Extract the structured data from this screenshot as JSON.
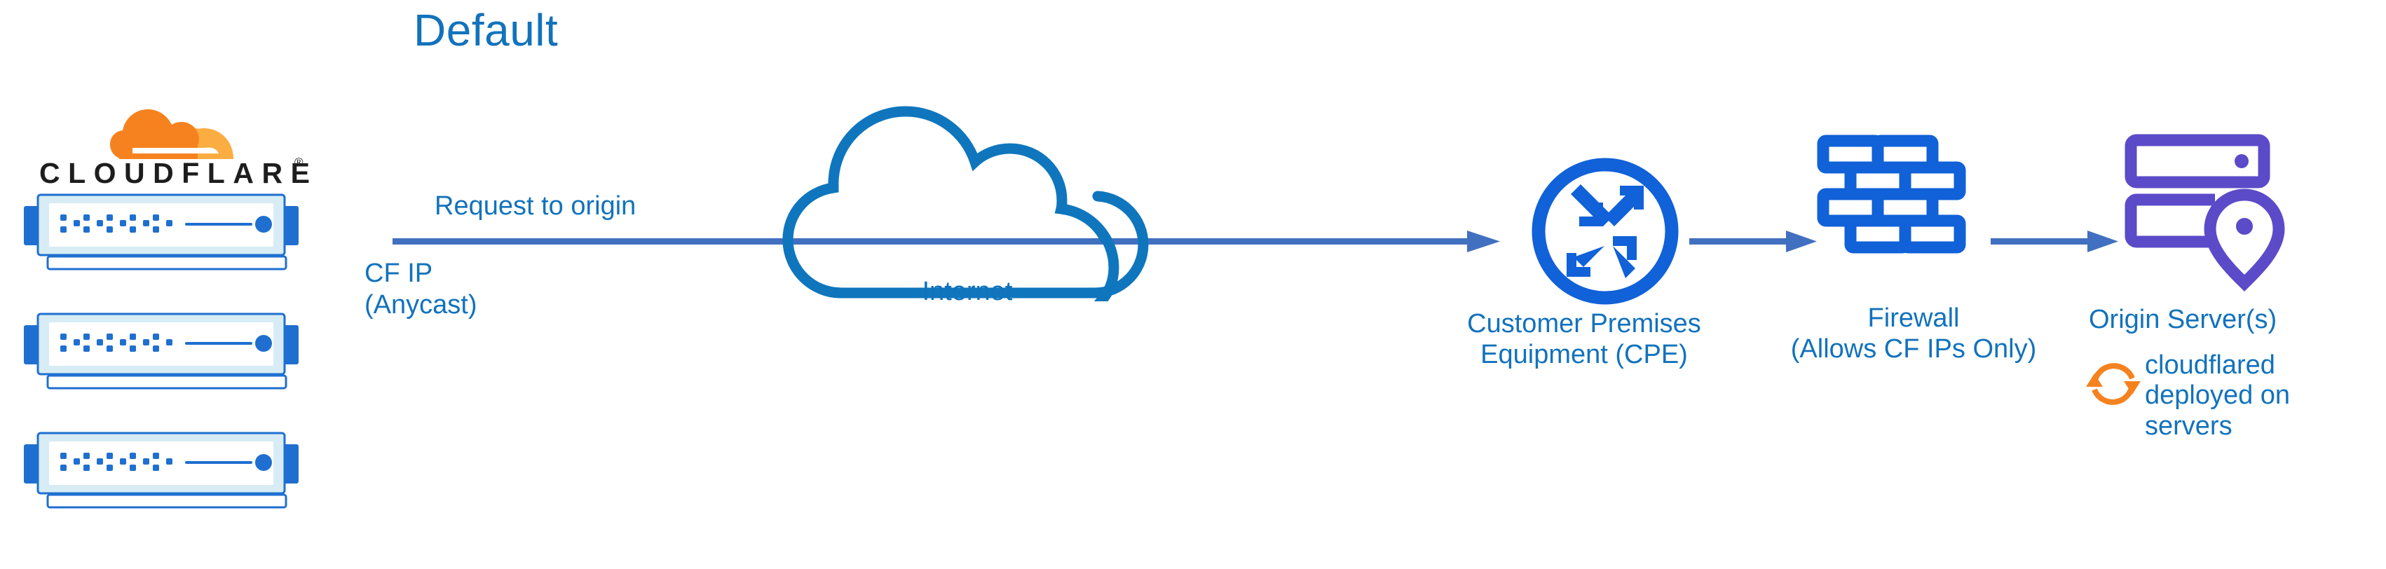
{
  "title": "Default",
  "colors": {
    "title_blue": "#1272BC",
    "text_blue": "#1272BC",
    "icon_blue": "#1161D8",
    "connector_blue": "#4270C0",
    "origin_purple": "#5B4BC8",
    "cloudflare_orange": "#F6821F",
    "cloudflare_orange_light": "#FBAD41",
    "appliance_body": "#D7ECF5",
    "appliance_border": "#1F6FD0",
    "wordmark_black": "#1d1d1d"
  },
  "brand": {
    "wordmark": "CLOUDFLARE",
    "registered_mark": "®",
    "logo_icon": "cloudflare-cloud-logo"
  },
  "edge_nodes": {
    "count": 3,
    "icon": "server-appliance-icon"
  },
  "flow": {
    "request_label": "Request to origin",
    "source_label_line1": "CF IP",
    "source_label_line2": "(Anycast)"
  },
  "internet": {
    "label": "Internet",
    "icon": "cloud-outline-icon"
  },
  "nodes": [
    {
      "id": "cpe",
      "icon": "router-four-arrows-icon",
      "caption_line1": "Customer Premises",
      "caption_line2": "Equipment (CPE)"
    },
    {
      "id": "firewall",
      "icon": "brick-wall-icon",
      "caption_line1": "Firewall",
      "caption_line2": "(Allows CF IPs Only)"
    },
    {
      "id": "origin",
      "icon": "origin-server-pin-icon",
      "caption_line1": "Origin Server(s)",
      "caption_line2": ""
    }
  ],
  "cloudflared": {
    "icon": "sync-arrows-icon",
    "line1": "cloudflared",
    "line2": "deployed on",
    "line3": "servers"
  }
}
